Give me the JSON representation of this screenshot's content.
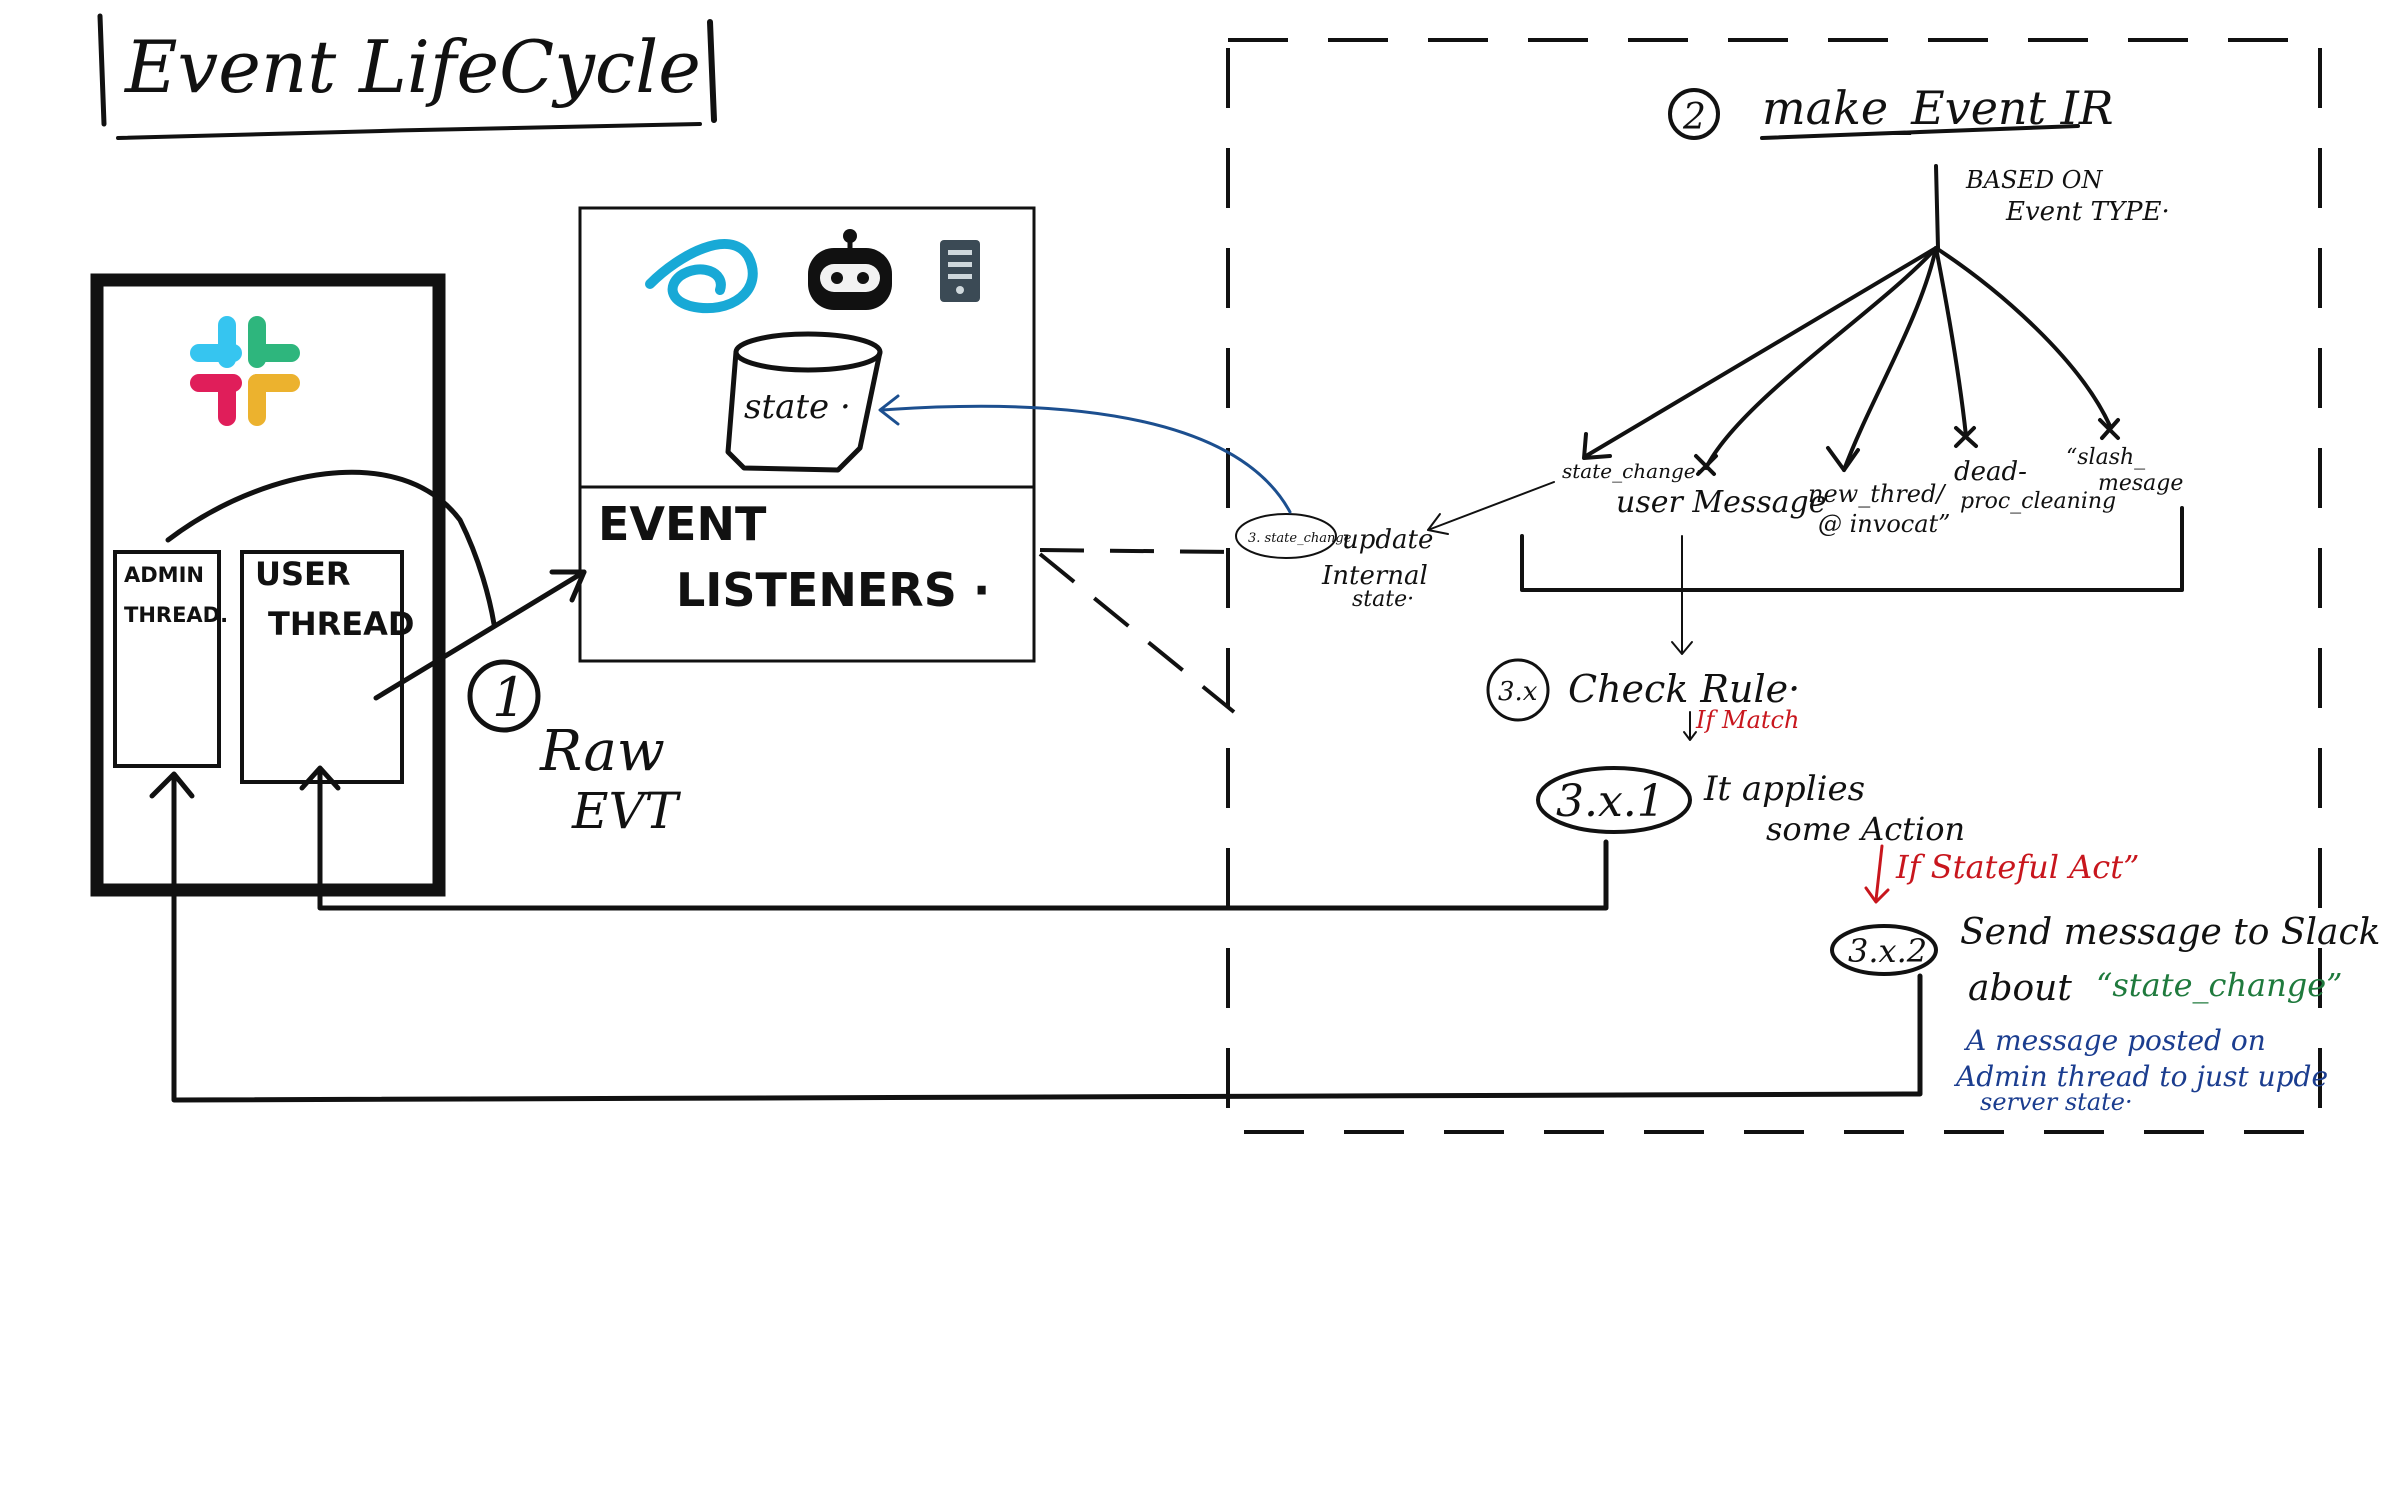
{
  "title": "Event LifeCycle",
  "slack_box": {
    "admin_thread": [
      "ADMIN",
      "THREAD."
    ],
    "user_thread": [
      "USER",
      "THREAD"
    ]
  },
  "step1": {
    "number": "1",
    "label": [
      "Raw",
      "EVT"
    ]
  },
  "listener_box": {
    "state_label": "state ·",
    "title": [
      "EVENT",
      "LISTENERS ·"
    ]
  },
  "step2": {
    "number": "2",
    "title": "make_Event IR",
    "note": [
      "BASED ON",
      "Event TYPE·"
    ],
    "branches": {
      "state_change": "state_change·",
      "user_message": "user Message",
      "new_thread": [
        "new_thred/",
        "@ invocat”"
      ],
      "dead_proc": [
        "dead-",
        "proc_cleaning"
      ],
      "slash": [
        "“slash_",
        "mesage"
      ]
    }
  },
  "step3_state": {
    "badge": "3. state_change",
    "label": [
      "update",
      "Internal",
      "state·"
    ]
  },
  "step3x": {
    "badge": "3.x",
    "label": "Check Rule·",
    "condition": "If Match"
  },
  "step3x1": {
    "badge": "3.x.1",
    "label": [
      "It applies",
      "some Action"
    ],
    "condition": "If Stateful Act”"
  },
  "step3x2": {
    "badge": "3.x.2",
    "label": "Send message to Slack",
    "about": "about",
    "about_value": "“state_change”",
    "note": [
      "A message posted on",
      "Admin thread to just upde",
      "server state·"
    ]
  },
  "colors": {
    "ink": "#111111",
    "blue_arrow": "#1c4f8f",
    "red_note": "#c8161d",
    "green_note": "#1f7a3d",
    "blue_note": "#1b3d8f",
    "slack_blue": "#36c5f0",
    "slack_green": "#2eb67d",
    "slack_yellow": "#ecb22e",
    "slack_red": "#e01e5a"
  },
  "icons": [
    "slack-logo-icon",
    "swirl-logo-icon",
    "robot-icon",
    "server-icon",
    "database-cylinder-icon"
  ]
}
